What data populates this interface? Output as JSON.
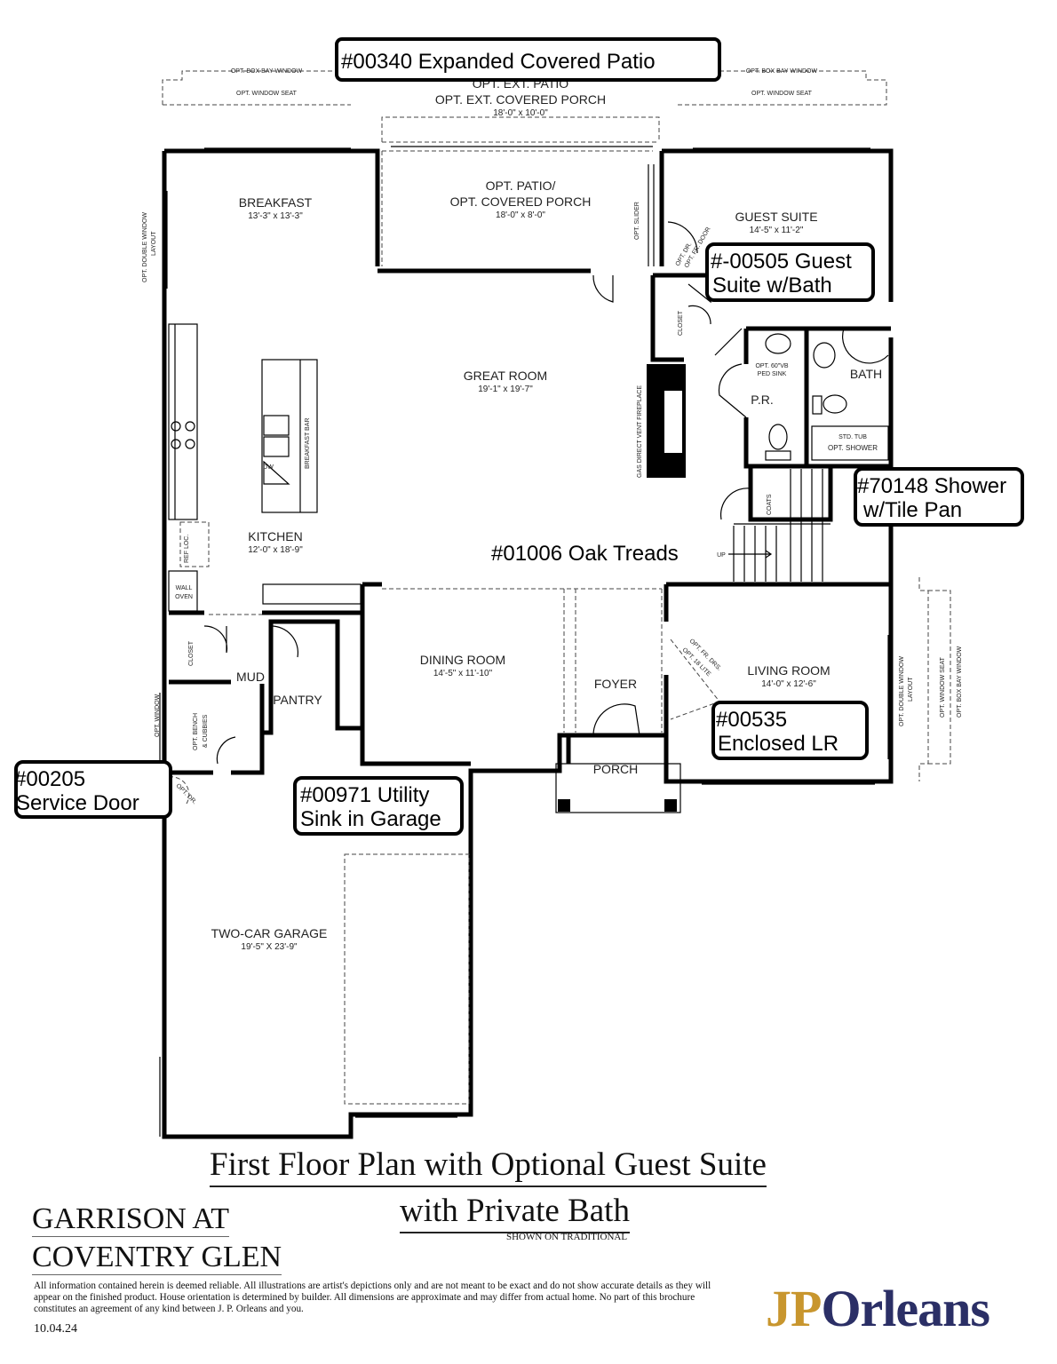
{
  "rooms": {
    "breakfast": {
      "name": "BREAKFAST",
      "dim": "13'-3\" x 13'-3\""
    },
    "patio": {
      "name1": "OPT. PATIO/",
      "name2": "OPT. COVERED PORCH",
      "dim": "18'-0\" x 8'-0\""
    },
    "ext_patio": {
      "name1": "OPT. EXT. PATIO",
      "name2": "OPT. EXT. COVERED PORCH",
      "dim": "18'-0\" x 10'-0\""
    },
    "guest_suite": {
      "name": "GUEST SUITE",
      "dim": "14'-5\" x 11'-2\""
    },
    "great_room": {
      "name": "GREAT ROOM",
      "dim": "19'-1\" x 19'-7\""
    },
    "kitchen": {
      "name": "KITCHEN",
      "dim": "12'-0\" x 18'-9\""
    },
    "dining": {
      "name": "DINING ROOM",
      "dim": "14'-5\" x 11'-10\""
    },
    "foyer": {
      "name": "FOYER"
    },
    "living": {
      "name": "LIVING ROOM",
      "dim": "14'-0\" x 12'-6\""
    },
    "porch": {
      "name": "PORCH"
    },
    "mud": {
      "name": "MUD"
    },
    "pantry": {
      "name": "PANTRY"
    },
    "garage": {
      "name": "TWO-CAR GARAGE",
      "dim": "19'-5\" X 23'-9\""
    },
    "bath": {
      "name": "BATH"
    },
    "pr": {
      "name": "P.R."
    }
  },
  "notes": {
    "box_bay_left": "OPT. BOX BAY WINDOW",
    "window_seat_left": "OPT. WINDOW SEAT",
    "box_bay_right": "OPT. BOX BAY WINDOW",
    "window_seat_right": "OPT. WINDOW SEAT",
    "double_window_left": "OPT. DOUBLE WINDOW",
    "layout_left": "LAYOUT",
    "slider": "OPT. SLIDER",
    "opt_dr": "OPT. DR.",
    "opt_fr_door": "OPT. FR. DOOR",
    "closet1": "CLOSET",
    "closet2": "CLOSET",
    "ped_sink1": "OPT. 60\"VB",
    "ped_sink2": "PED SINK",
    "std_tub": "STD. TUB",
    "opt_shower": "OPT. SHOWER",
    "fireplace": "GAS DIRECT VENT FIREPLACE",
    "breakfast_bar": "BREAKFAST BAR",
    "dw": "DW",
    "coats": "COATS",
    "up": "UP",
    "ref_loc": "REF LOC.",
    "wall_oven1": "WALL",
    "wall_oven2": "OVEN",
    "opt_fr_drs": "OPT. FR. DRS.",
    "opt_18_lite": "OPT. 18 LITE",
    "double_window_right": "OPT. DOUBLE WINDOW",
    "layout_right": "LAYOUT",
    "window_seat_side": "OPT. WINDOW SEAT",
    "box_bay_side": "OPT. BOX BAY WINDOW",
    "opt_window": "OPT. WINDOW",
    "bench1": "OPT. BENCH",
    "bench2": "& CUBBIES",
    "opt_dr_garage": "OPT. DR."
  },
  "callouts": {
    "patio": "#00340 Expanded Covered Patio",
    "guest1": "#-00505 Guest",
    "guest2": "Suite w/Bath",
    "shower1": "#70148 Shower",
    "shower2": "w/Tile Pan",
    "oak": "#01006 Oak Treads",
    "lr1": "#00535",
    "lr2": "Enclosed LR",
    "service1": "#00205",
    "service2": "Service Door",
    "utility1": "#00971 Utility",
    "utility2": "Sink in Garage"
  },
  "title": {
    "line1": "First Floor Plan with Optional Guest Suite",
    "line2": "with Private Bath",
    "shown": "SHOWN ON TRADITIONAL"
  },
  "community": {
    "line1": "GARRISON AT",
    "line2": "COVENTRY GLEN"
  },
  "disclaimer": "All information contained herein is deemed reliable.  All illustrations are artist's depictions only and are not meant to be exact and do not show accurate details as they will appear on the finished product.  House orientation is determined by builder.  All dimensions are approximate and may differ from actual home.  No part of this brochure constitutes an agreement of any kind between J. P. Orleans and you.",
  "date": "10.04.24",
  "logo": {
    "jp": "JP",
    "rest": "Orleans"
  }
}
